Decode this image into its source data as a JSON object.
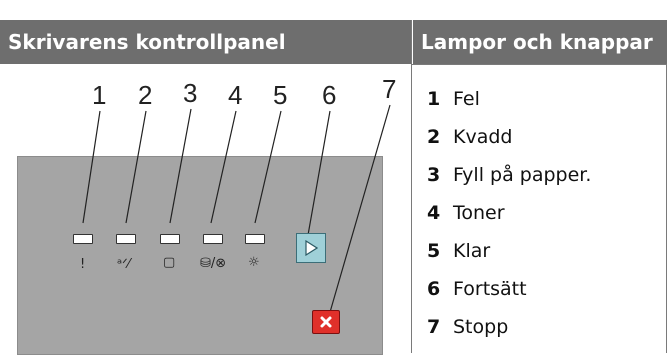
{
  "table": {
    "header_left": "Skrivarens kontrollpanel",
    "header_right": "Lampor och knappar"
  },
  "callouts": [
    "1",
    "2",
    "3",
    "4",
    "5",
    "6",
    "7"
  ],
  "legend": [
    {
      "num": "1",
      "label": "Fel"
    },
    {
      "num": "2",
      "label": "Kvadd"
    },
    {
      "num": "3",
      "label": "Fyll på papper."
    },
    {
      "num": "4",
      "label": "Toner"
    },
    {
      "num": "5",
      "label": "Klar"
    },
    {
      "num": "6",
      "label": "Fortsätt"
    },
    {
      "num": "7",
      "label": "Stopp"
    }
  ],
  "panel": {
    "indicators": [
      {
        "icon": "error-icon",
        "symbol": "!"
      },
      {
        "icon": "paper-jam-icon",
        "symbol": "ᵃᐟ⁄"
      },
      {
        "icon": "paper-icon",
        "symbol": "▢"
      },
      {
        "icon": "toner-icon",
        "symbol": "⛁/⊗"
      },
      {
        "icon": "ready-light-icon",
        "symbol": "☼"
      }
    ],
    "colors": {
      "panel": "#a5a5a5",
      "continue_button": "#9fd0d8",
      "stop_button": "#e0302a",
      "header": "#6e6e6e"
    }
  }
}
